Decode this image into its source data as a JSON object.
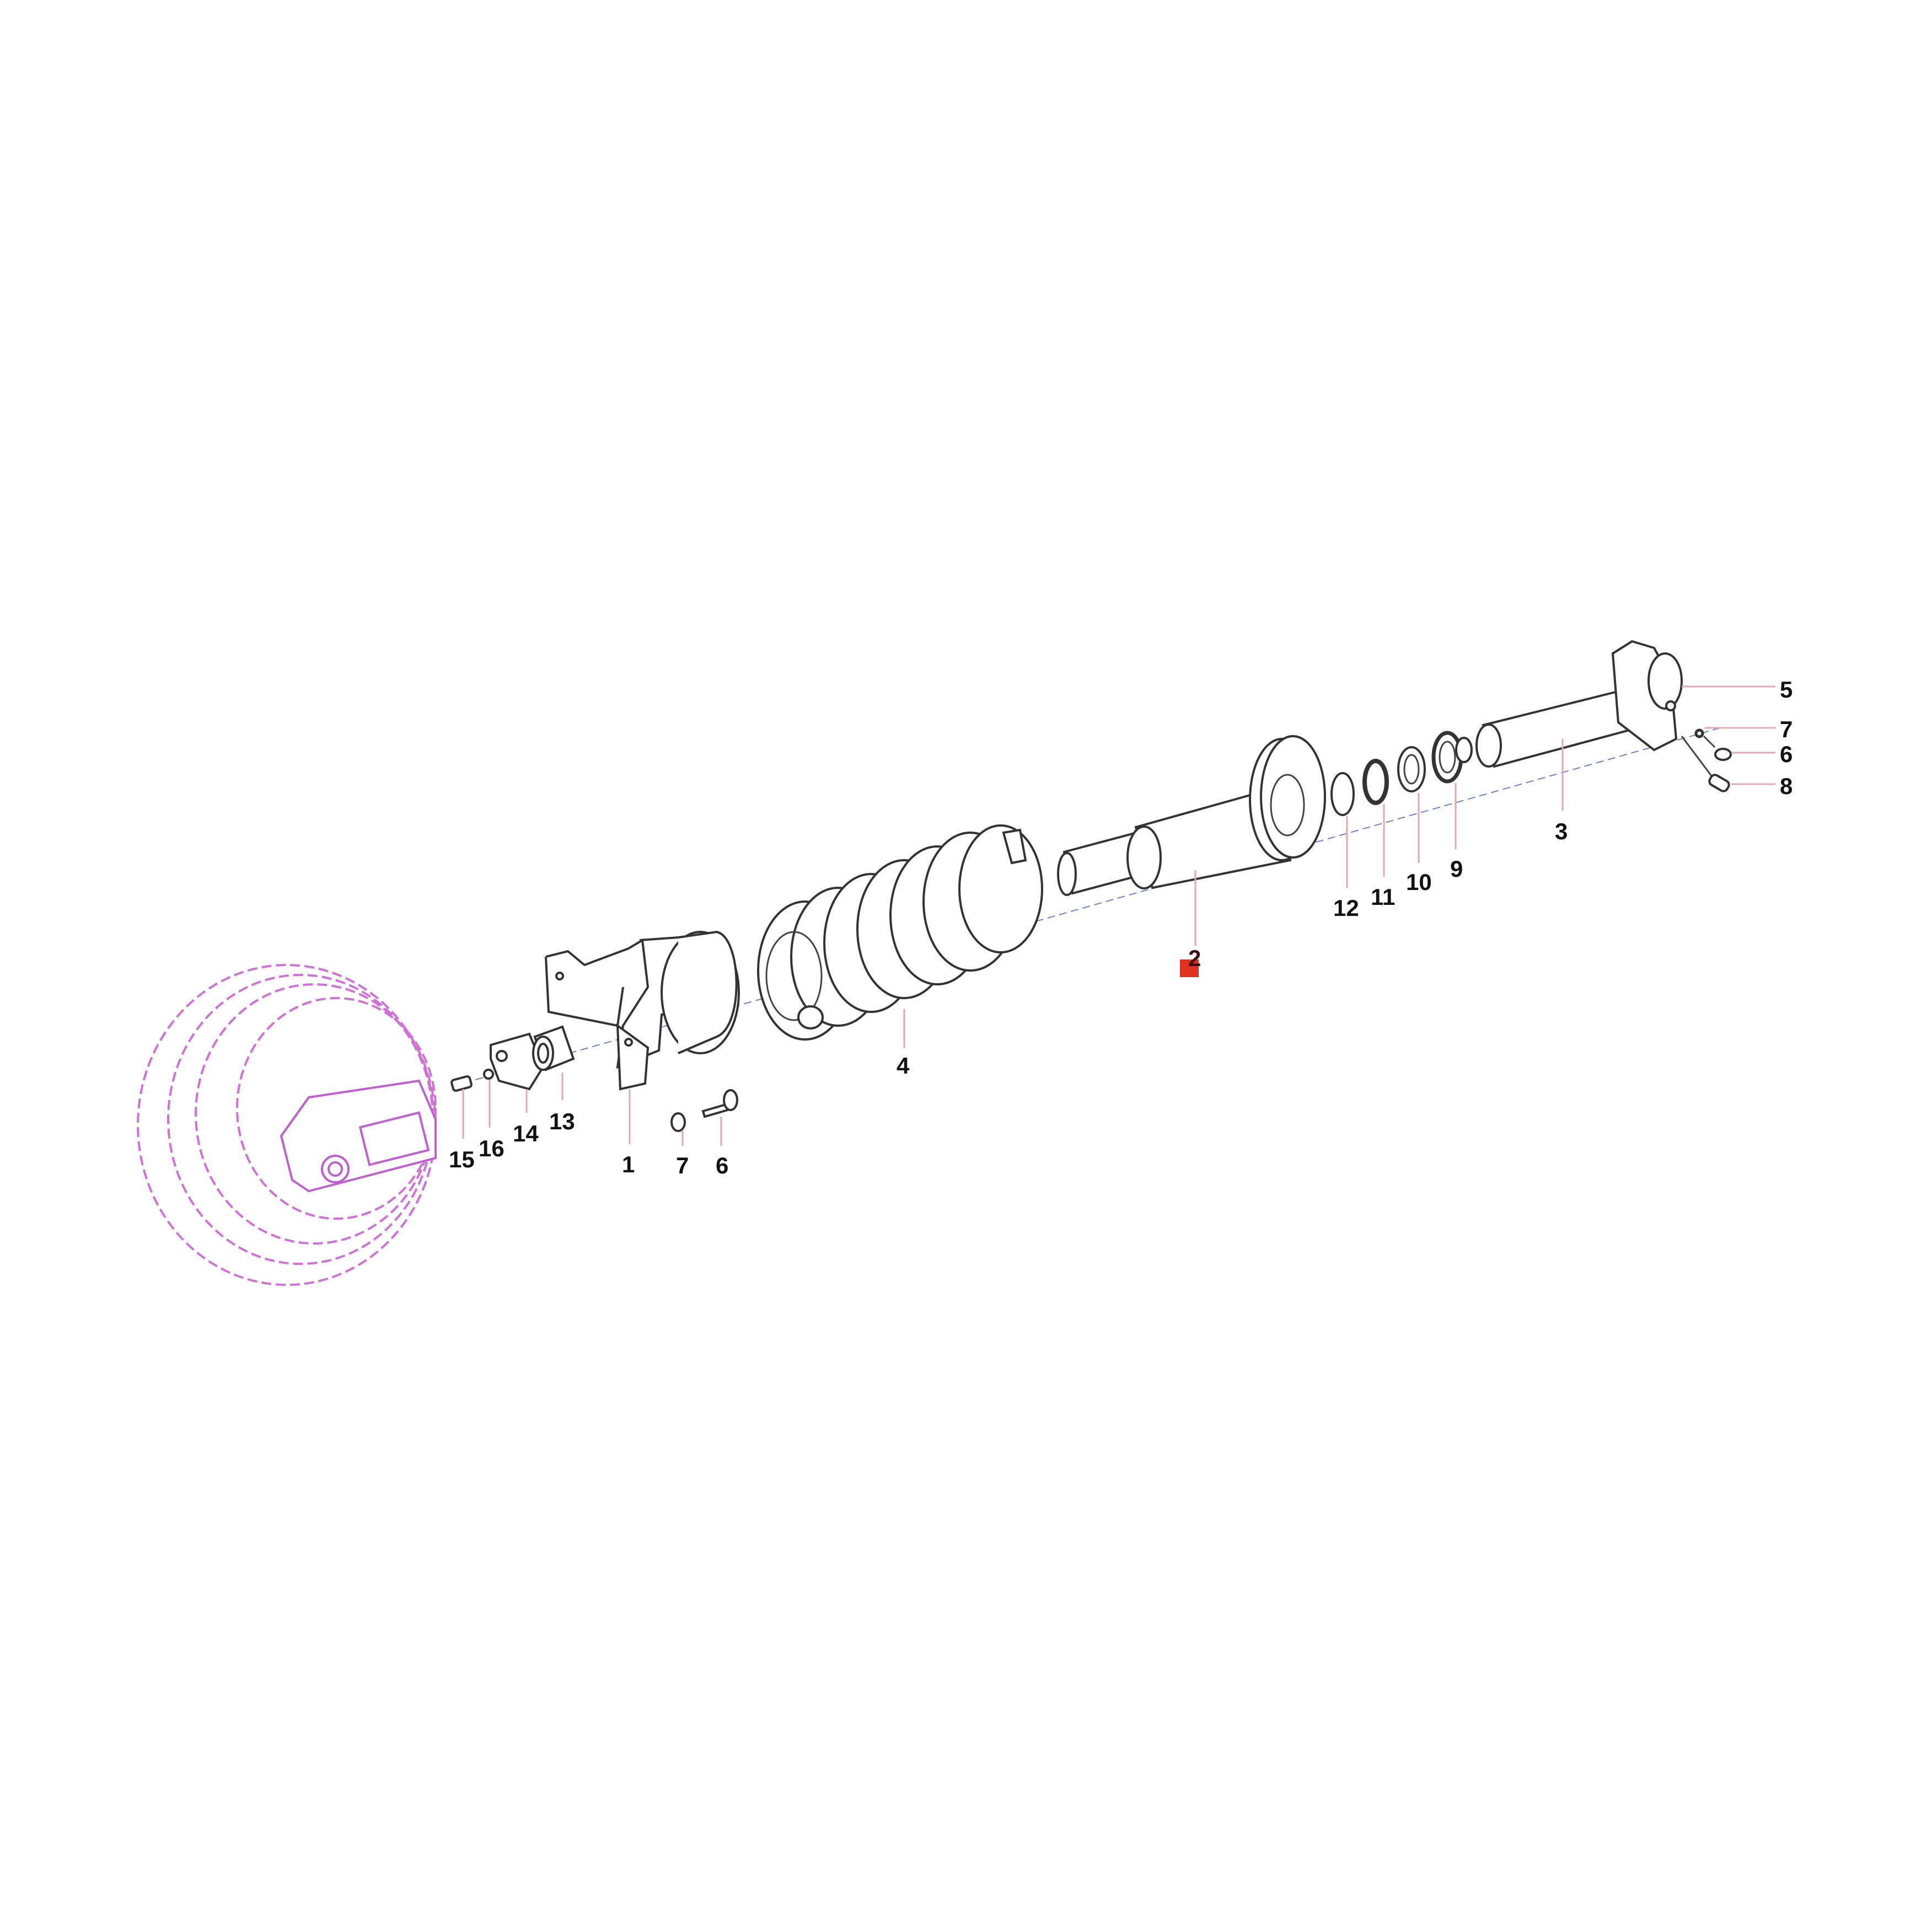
{
  "diagram": {
    "title": "Track adjuster / recoil spring assembly exploded view",
    "labels": {
      "p1": "1",
      "p2": "2",
      "p3": "3",
      "p4": "4",
      "p5": "5",
      "p6_right": "6",
      "p7_right": "7",
      "p8": "8",
      "p9": "9",
      "p10": "10",
      "p11": "11",
      "p12": "12",
      "p13": "13",
      "p14": "14",
      "p15": "15",
      "p16": "16",
      "p7_left": "7",
      "p6_left": "6"
    },
    "colors": {
      "highlight_marker": "#e03020",
      "idler_outline": "#d070d8",
      "leader_line": "#e0a8b0"
    }
  }
}
